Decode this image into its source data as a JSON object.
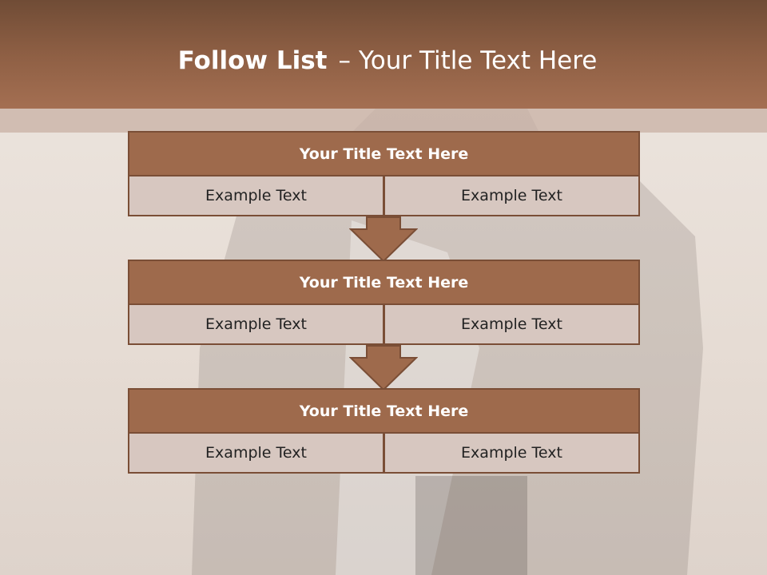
{
  "slide": {
    "title_bold": "Follow List",
    "title_sep": "–",
    "title_rest": "Your Title Text Here"
  },
  "steps": [
    {
      "title": "Your Title Text Here",
      "left": "Example Text",
      "right": "Example Text"
    },
    {
      "title": "Your Title Text Here",
      "left": "Example Text",
      "right": "Example Text"
    },
    {
      "title": "Your Title Text Here",
      "left": "Example Text",
      "right": "Example Text"
    }
  ],
  "colors": {
    "header": "#9a6649",
    "block_title": "#9e6a4c",
    "block_cell": "#d7c7c0",
    "border": "#7a4e36"
  }
}
